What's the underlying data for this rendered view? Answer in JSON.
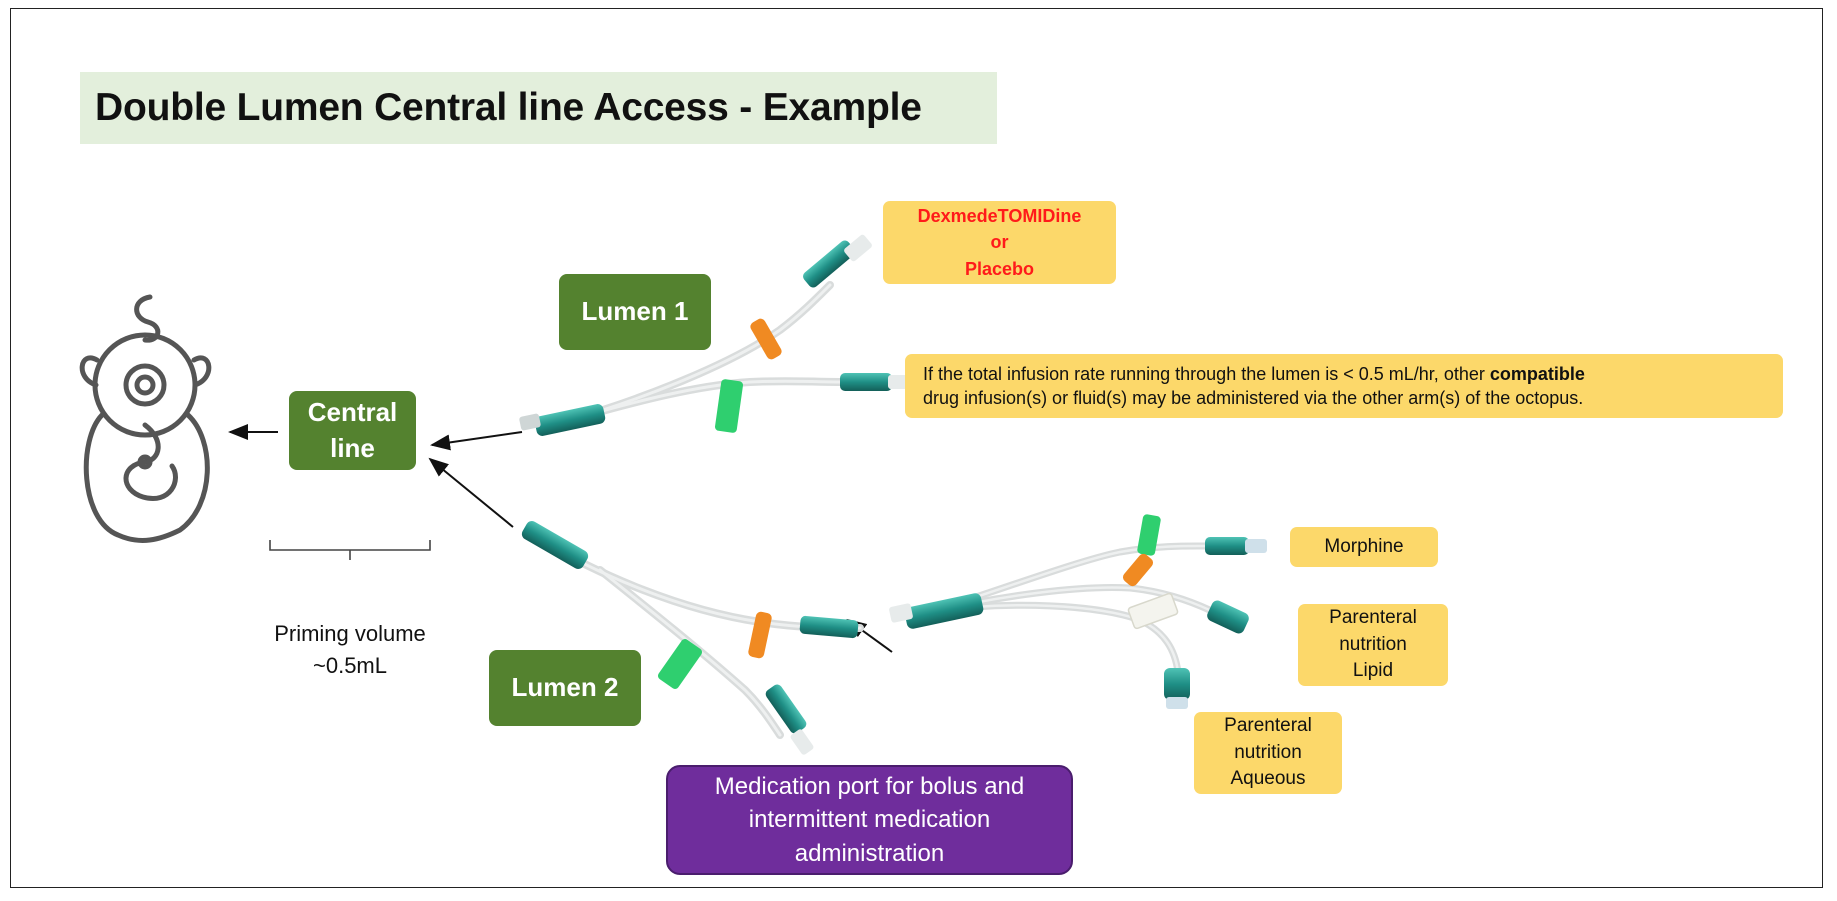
{
  "title": "Double Lumen Central line Access - Example",
  "labels": {
    "central_line": [
      "Central",
      "line"
    ],
    "lumen1": "Lumen 1",
    "lumen2": "Lumen 2",
    "priming": [
      "Priming volume",
      "~0.5mL"
    ],
    "dex": [
      "DexmedeTOMIDine",
      "or",
      "Placebo"
    ],
    "note_line1_pre": "If the total infusion rate running through the lumen is < 0.5 mL/hr, other ",
    "note_line1_bold": "compatible",
    "note_line2": "drug infusion(s) or fluid(s) may be administered via the other arm(s) of the octopus.",
    "morphine": "Morphine",
    "pn_lipid": [
      "Parenteral",
      "nutrition",
      "Lipid"
    ],
    "pn_aqueous": [
      "Parenteral",
      "nutrition",
      "Aqueous"
    ],
    "medication_port": [
      "Medication port for bolus and",
      "intermittent medication",
      "administration"
    ]
  },
  "colors": {
    "green": "#54822f",
    "yellow": "#fcd86a",
    "purple": "#6f2d9c",
    "red_text": "#ff1a1a",
    "title_band": "#e3efdc",
    "teal": "#1f8f86",
    "orange": "#f08a22",
    "bright_green": "#2fcf6f"
  },
  "icons": [
    "baby-icon",
    "line-connector-icon",
    "clamp-icon"
  ]
}
